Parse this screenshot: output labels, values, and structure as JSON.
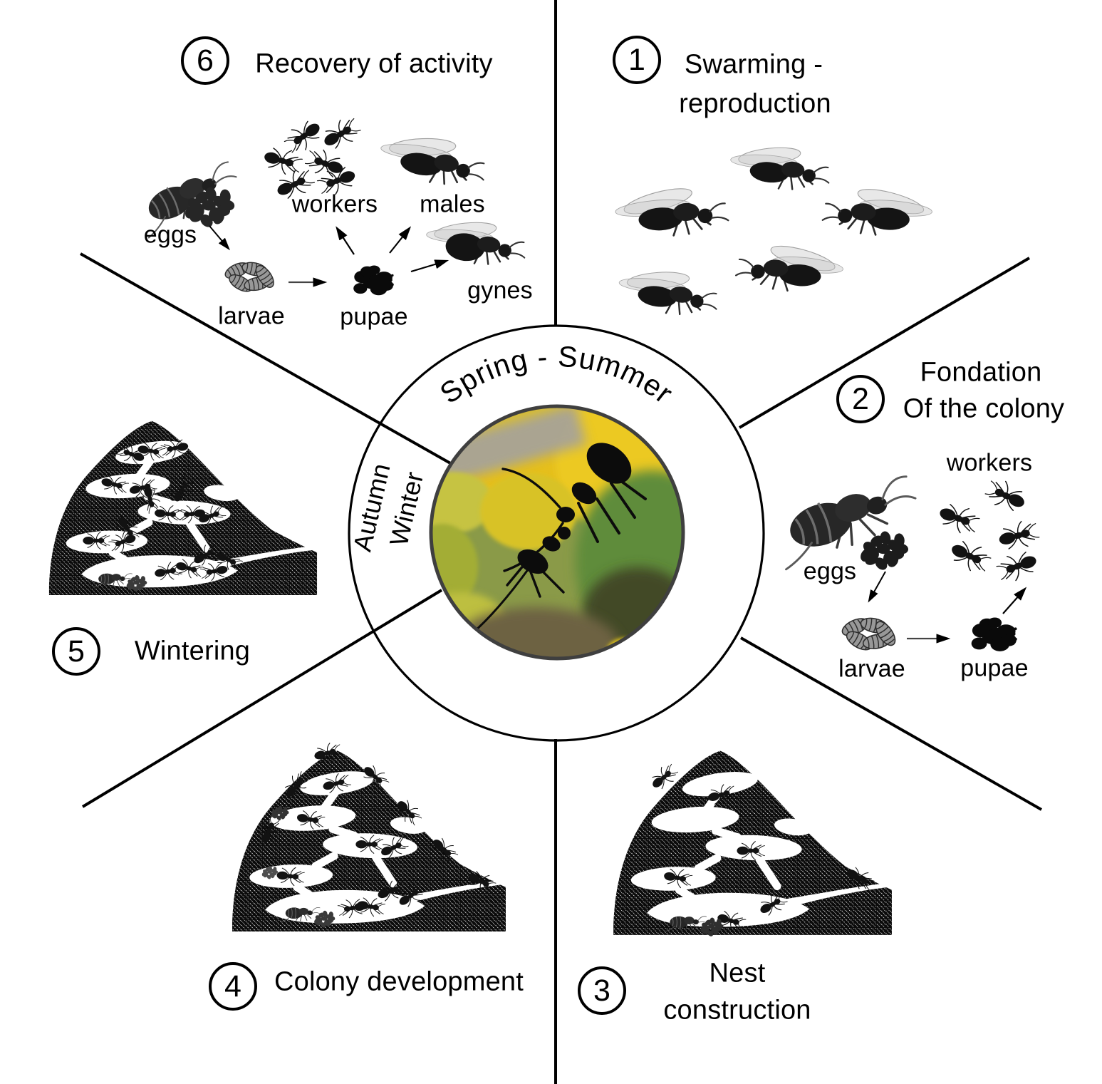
{
  "center": {
    "season_arc_label": "Spring - Summer",
    "season_side_labels": [
      "Autumn",
      "Winter"
    ]
  },
  "stages": [
    {
      "num": "1",
      "lines": [
        "Swarming -",
        "reproduction"
      ]
    },
    {
      "num": "2",
      "lines": [
        "Fondation",
        "Of the colony"
      ]
    },
    {
      "num": "3",
      "lines": [
        "Nest",
        "construction"
      ]
    },
    {
      "num": "4",
      "lines": [
        "Colony development"
      ]
    },
    {
      "num": "5",
      "lines": [
        "Wintering"
      ]
    },
    {
      "num": "6",
      "lines": [
        "Recovery of activity"
      ]
    }
  ],
  "cycle6_labels": {
    "eggs": "eggs",
    "larvae": "larvae",
    "pupae": "pupae",
    "workers": "workers",
    "males": "males",
    "gynes": "gynes"
  },
  "cycle2_labels": {
    "workers": "workers",
    "eggs": "eggs",
    "larvae": "larvae",
    "pupae": "pupae"
  },
  "colors": {
    "ink": "#000000",
    "photo_border": "#3f3f3f",
    "wing_gray": "#c9c9c9",
    "larvae_gray": "#989898",
    "flower_yellow": "#e5bf1e",
    "foliage_green": "#5e8c3a"
  }
}
